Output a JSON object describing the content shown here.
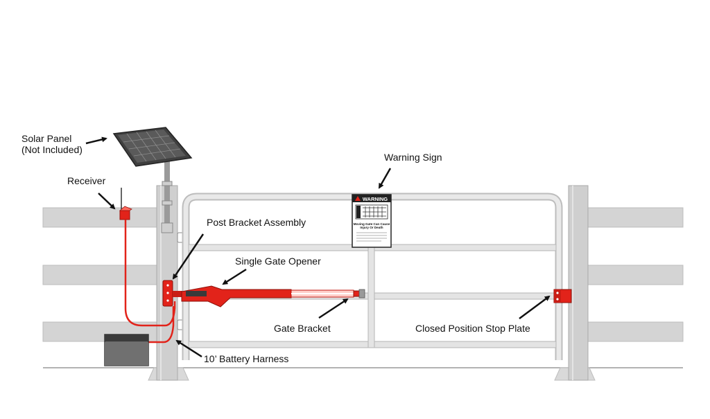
{
  "labels": {
    "solar_panel_line1": "Solar Panel",
    "solar_panel_line2": "(Not Included)",
    "receiver": "Receiver",
    "warning_sign": "Warning Sign",
    "post_bracket_assembly": "Post Bracket Assembly",
    "single_gate_opener": "Single Gate Opener",
    "gate_bracket": "Gate Bracket",
    "closed_position_stop_plate": "Closed Position Stop Plate",
    "battery_harness": "10’ Battery Harness"
  },
  "warning_sign": {
    "header": "WARNING",
    "line1": "Moving Gate Can Cause",
    "line2": "Injury Or Death"
  },
  "colors": {
    "opener_red": "#e2231a",
    "harness_red": "#e2231a",
    "fence_gray": "#d4d4d4",
    "outline": "#555555",
    "battery": "#6b6b6b",
    "panel": "#4a4a4a"
  }
}
